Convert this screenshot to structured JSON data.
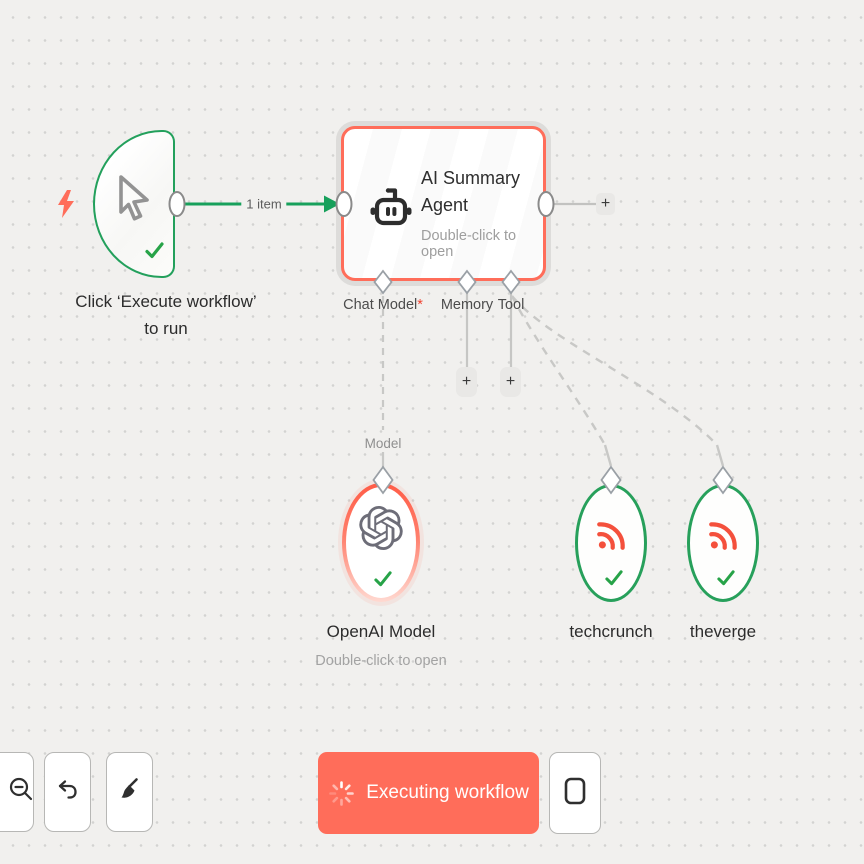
{
  "canvas": {
    "plus_label": "+",
    "trigger": {
      "label_line1": "Click ‘Execute workflow’",
      "label_line2": "to run"
    },
    "main_connection": {
      "label": "1 item"
    },
    "agent": {
      "title_line1": "AI Summary",
      "title_line2": "Agent",
      "subtitle": "Double-click to open",
      "ports": {
        "chat_model": "Chat Model",
        "required_marker": "*",
        "memory": "Memory",
        "tool": "Tool"
      },
      "model_edge_label": "Model"
    },
    "openai": {
      "label": "OpenAI Model",
      "subtitle": "Double-click to open"
    },
    "rss_nodes": [
      {
        "label": "techcrunch"
      },
      {
        "label": "theverge"
      }
    ]
  },
  "controls": {
    "execute_label": "Executing workflow"
  },
  "colors": {
    "canvas_bg": "#f1f0ee",
    "grid_dot": "#d3d3d1",
    "node_green": "#23A05C",
    "edge_green": "#17A05B",
    "executing_salmon": "#FF6D5A",
    "rss_red": "#F4503C",
    "check_green": "#27A348",
    "gray_edge": "#c8c8c6",
    "text_dark": "#2c2c2c",
    "text_gray": "#9e9e9e"
  }
}
